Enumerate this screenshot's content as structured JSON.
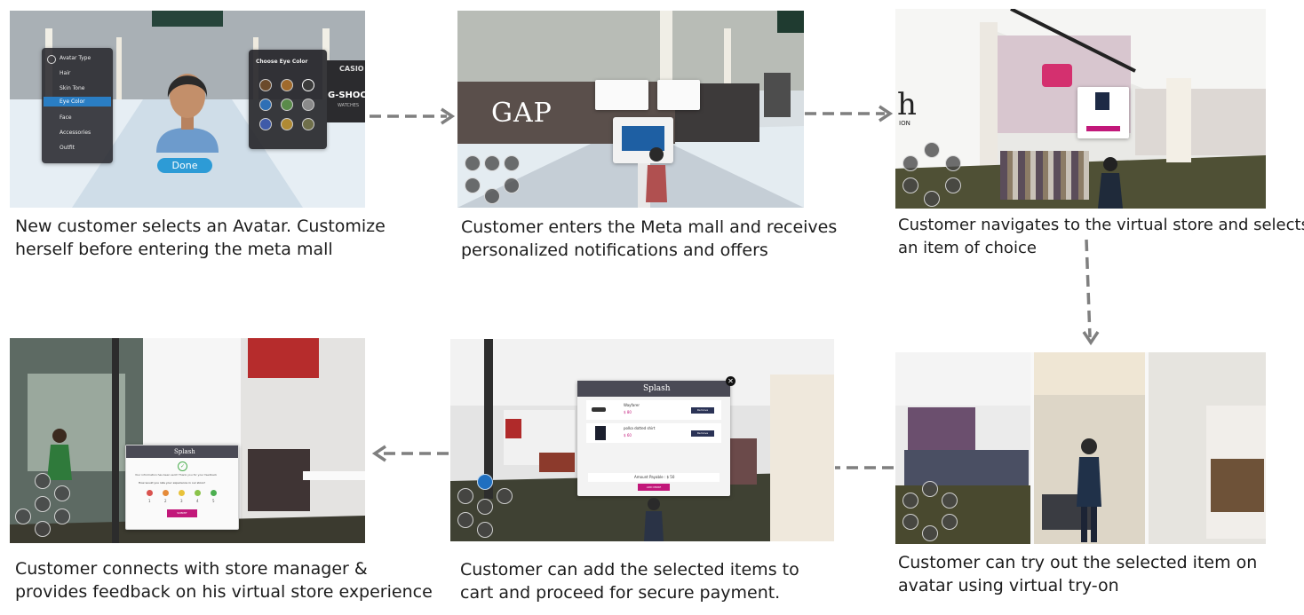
{
  "steps": [
    {
      "caption_lines": [
        "New customer selects an Avatar. Customize",
        "herself before entering the meta mall"
      ]
    },
    {
      "caption_lines": [
        "Customer enters the Meta mall and receives",
        "personalized notifications and offers"
      ]
    },
    {
      "caption_lines": [
        "Customer navigates to the virtual store and selects",
        "an item of choice"
      ]
    },
    {
      "caption_lines": [
        "Customer can try out the selected item on",
        "avatar using virtual try-on"
      ]
    },
    {
      "caption_lines": [
        "Customer can add the selected items to",
        "cart and proceed for secure payment."
      ]
    },
    {
      "caption_lines": [
        "Customer connects with store manager &",
        "provides feedback on his virtual store experience"
      ]
    }
  ],
  "scene1": {
    "menu_items": [
      "Avatar Type",
      "Hair",
      "Skin Tone",
      "Eye Color",
      "Face",
      "Accessories",
      "Outfit"
    ],
    "eye_panel_title": "Choose Eye Color",
    "done_label": "Done",
    "casio_text": "CASIO",
    "gshock_text": "G-SHOCK",
    "watches_text": "WATCHES"
  },
  "scene2": {
    "gap_text": "GAP"
  },
  "scene3": {
    "storefront_text": "h",
    "storefront_sub": "ION"
  },
  "scene5": {
    "brand": "Splash",
    "items": [
      {
        "name": "Wayfarer",
        "price": "$ 80",
        "action": "Remove"
      },
      {
        "name": "polka dotted shirt",
        "price": "$ 60",
        "action": "Remove"
      }
    ],
    "amount_label": "Amount Payable : $ 50",
    "add_button": "ADD MORE"
  },
  "scene6": {
    "brand": "Splash",
    "line1": "Your information has been sent! Thank you for your feedback",
    "question": "How would you rate your experience in our store?",
    "ratings": [
      "1",
      "2",
      "3",
      "4",
      "5"
    ],
    "submit": "SUBMIT"
  },
  "colors": {
    "accent_pink": "#c2187a",
    "done_blue": "#2d9bd6",
    "arrow_gray": "#7f7f7f"
  }
}
